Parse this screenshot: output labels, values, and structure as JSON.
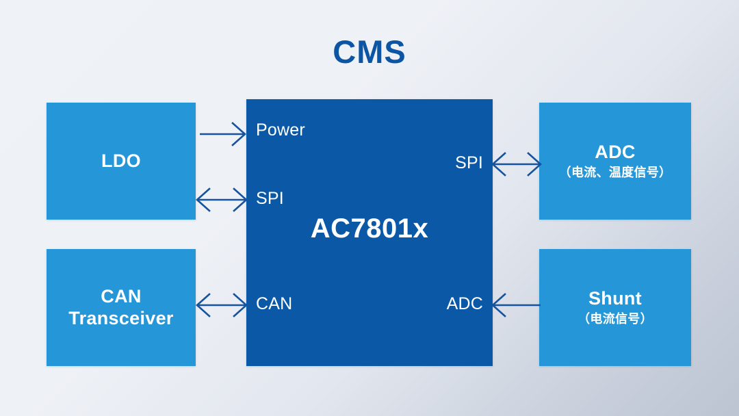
{
  "slide": {
    "title": "CMS",
    "title_color": "#0b55a4",
    "background_from": "#eff2f7",
    "background_to": "#bcc4d2"
  },
  "palette": {
    "peripheral_box": "#2596d7",
    "mcu_box": "#0a58a6",
    "arrow": "#16539e",
    "text_on_box": "#ffffff"
  },
  "mcu": {
    "name": "AC7801x",
    "pins_left": [
      {
        "id": "power",
        "label": "Power"
      },
      {
        "id": "spi",
        "label": "SPI"
      },
      {
        "id": "can",
        "label": "CAN"
      }
    ],
    "pins_right": [
      {
        "id": "spi",
        "label": "SPI"
      },
      {
        "id": "adc",
        "label": "ADC"
      }
    ]
  },
  "peripherals": {
    "ldo": {
      "title": "LDO",
      "subtitle": ""
    },
    "can_transceiver": {
      "title_line1": "CAN",
      "title_line2": "Transceiver",
      "subtitle": ""
    },
    "adc": {
      "title": "ADC",
      "subtitle": "（电流、温度信号）"
    },
    "shunt": {
      "title": "Shunt",
      "subtitle": "（电流信号）"
    }
  },
  "connections": [
    {
      "id": "ldo-power",
      "from": "LDO",
      "to": "Power",
      "direction": "right",
      "heads": 1
    },
    {
      "id": "ldo-spi",
      "from": "LDO",
      "to": "SPI",
      "direction": "both",
      "heads": 2
    },
    {
      "id": "can-tr-can",
      "from": "CAN Transceiver",
      "to": "CAN",
      "direction": "both",
      "heads": 2
    },
    {
      "id": "spi-adc",
      "from": "SPI",
      "to": "ADC",
      "direction": "both",
      "heads": 2
    },
    {
      "id": "shunt-adc",
      "from": "Shunt",
      "to": "ADC",
      "direction": "left",
      "heads": 1
    }
  ]
}
